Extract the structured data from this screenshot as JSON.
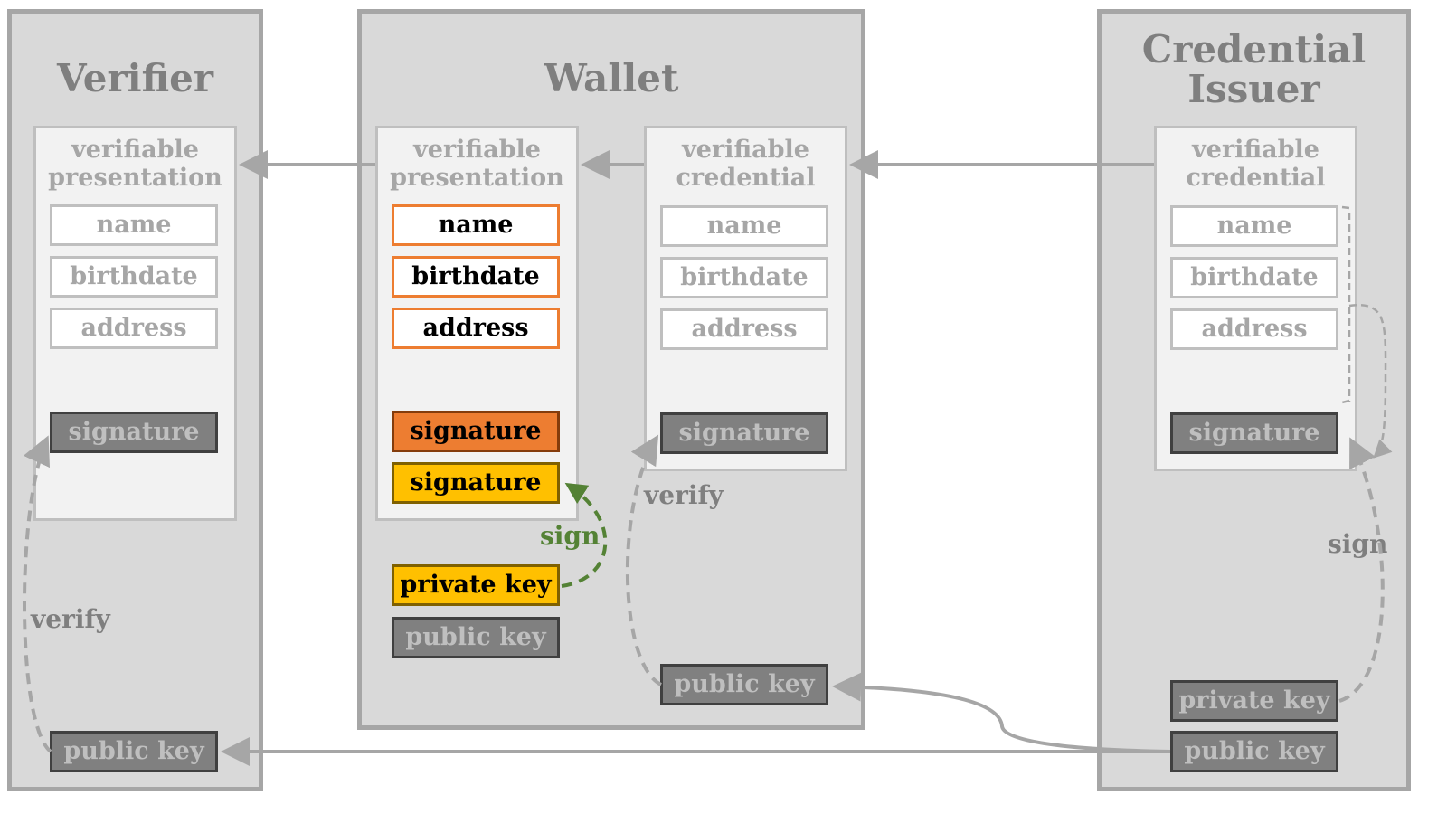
{
  "actors": {
    "verifier": {
      "title": "Verifier",
      "document": {
        "title_line1": "verifiable",
        "title_line2": "presentation",
        "claims": [
          "name",
          "birthdate",
          "address"
        ],
        "signature": "signature"
      },
      "public_key": "public key",
      "verify_label": "verify"
    },
    "wallet": {
      "title": "Wallet",
      "presentation": {
        "title_line1": "verifiable",
        "title_line2": "presentation",
        "claims": [
          "name",
          "birthdate",
          "address"
        ],
        "signature_issuer": "signature",
        "signature_holder": "signature"
      },
      "credential": {
        "title_line1": "verifiable",
        "title_line2": "credential",
        "claims": [
          "name",
          "birthdate",
          "address"
        ],
        "signature": "signature"
      },
      "private_key": "private key",
      "public_key": "public key",
      "issuer_public_key": "public key",
      "sign_label": "sign",
      "verify_label": "verify"
    },
    "issuer": {
      "title_line1": "Credential",
      "title_line2": "Issuer",
      "credential": {
        "title_line1": "verifiable",
        "title_line2": "credential",
        "claims": [
          "name",
          "birthdate",
          "address"
        ],
        "signature": "signature"
      },
      "private_key": "private key",
      "public_key": "public key",
      "sign_label": "sign"
    }
  },
  "colors": {
    "actor_bg": "#d9d9d9",
    "actor_border": "#a6a6a6",
    "document_bg": "#f2f2f2",
    "muted_text": "#a6a6a6",
    "title_text": "#7f7f7f",
    "highlight_orange": "#ed7d31",
    "highlight_yellow": "#ffc000",
    "sign_green": "#548235",
    "key_grey": "#808080"
  }
}
